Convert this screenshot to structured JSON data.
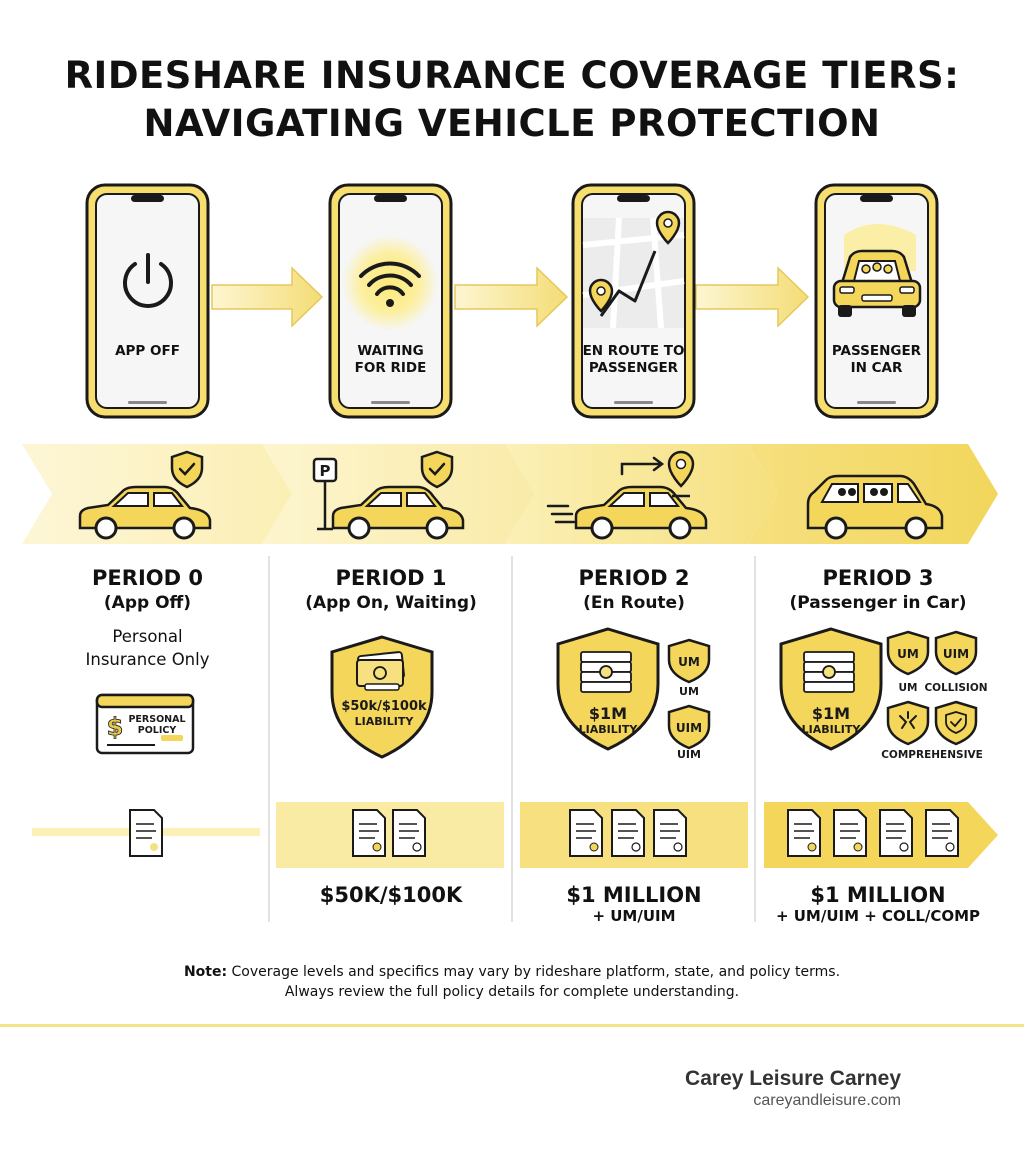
{
  "title": {
    "line1": "RIDESHARE INSURANCE COVERAGE TIERS:",
    "line2": "NAVIGATING VEHICLE PROTECTION"
  },
  "phones": [
    {
      "line1": "APP OFF",
      "line2": "",
      "icon": "power-icon"
    },
    {
      "line1": "WAITING",
      "line2": "FOR RIDE",
      "icon": "wifi-signal-icon"
    },
    {
      "line1": "EN ROUTE TO",
      "line2": "PASSENGER",
      "icon": "map-route-icon"
    },
    {
      "line1": "PASSENGER",
      "line2": "IN CAR",
      "icon": "car-with-passengers-icon"
    }
  ],
  "periods": [
    {
      "title": "PERIOD 0",
      "subtitle": "(App Off)",
      "description_line1": "Personal",
      "description_line2": "Insurance Only",
      "card_line1": "PERSONAL",
      "card_line2": "POLICY"
    },
    {
      "title": "PERIOD 1",
      "subtitle": "(App On, Waiting)",
      "shield_line1": "$50k/$100k",
      "shield_line2": "LIABILITY",
      "amount": "$50K/$100K",
      "amount_sub": ""
    },
    {
      "title": "PERIOD 2",
      "subtitle": "(En Route)",
      "shield_line1": "$1M",
      "shield_line2": "LIABILITY",
      "badges": [
        {
          "text": "UM",
          "label": "UM"
        },
        {
          "text": "UIM",
          "label": "UIM"
        }
      ],
      "amount": "$1 MILLION",
      "amount_sub": "+ UM/UIM"
    },
    {
      "title": "PERIOD 3",
      "subtitle": "(Passenger in Car)",
      "shield_line1": "$1M",
      "shield_line2": "LIABILITY",
      "badges": [
        {
          "text": "UM",
          "label": "UM"
        },
        {
          "text": "UIM",
          "label": "COLLISION"
        }
      ],
      "comprehensive_label": "COMPREHENSIVE",
      "amount": "$1 MILLION",
      "amount_sub": "+ UM/UIM + COLL/COMP"
    }
  ],
  "note": {
    "label": "Note:",
    "line1": " Coverage levels and specifics may vary by rideshare platform, state, and policy terms.",
    "line2": "Always review the full policy details for complete understanding."
  },
  "footer": {
    "brand": "Carey Leisure Carney",
    "site": "careyandleisure.com"
  },
  "colors": {
    "accent": "#f5e27a",
    "accent_light": "#fbf3c4",
    "accent_dark": "#e8c94a",
    "outline": "#1a1a1a"
  },
  "icons": {
    "parking_sign": "P",
    "dollar": "$"
  }
}
